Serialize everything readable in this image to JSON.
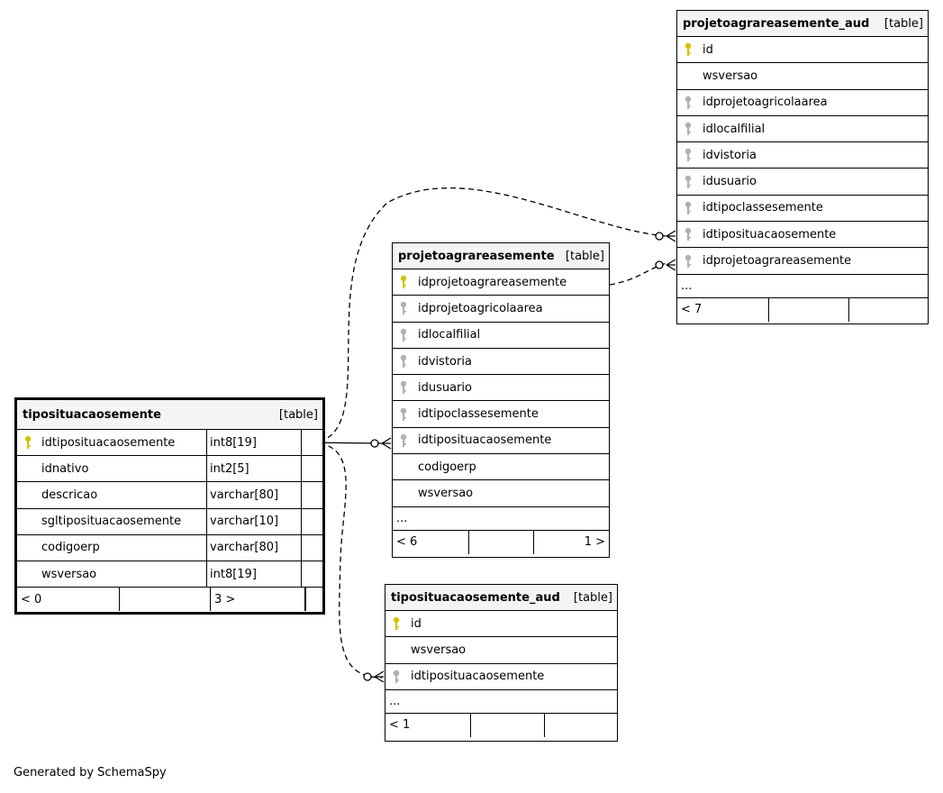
{
  "tables": {
    "projetoagrareasemente_aud": {
      "name": "projetoagrareasemente_aud",
      "type": "[table]",
      "columns": [
        {
          "name": "id",
          "key": "pk"
        },
        {
          "name": "wsversao",
          "key": "none"
        },
        {
          "name": "idprojetoagricolaarea",
          "key": "fk"
        },
        {
          "name": "idlocalfilial",
          "key": "fk"
        },
        {
          "name": "idvistoria",
          "key": "fk"
        },
        {
          "name": "idusuario",
          "key": "fk"
        },
        {
          "name": "idtipoclassesemente",
          "key": "fk"
        },
        {
          "name": "idtiposituacaosemente",
          "key": "fk"
        },
        {
          "name": "idprojetoagrareasemente",
          "key": "fk"
        }
      ],
      "more": "...",
      "footer": [
        "< 7",
        "",
        ""
      ]
    },
    "projetoagrareasemente": {
      "name": "projetoagrareasemente",
      "type": "[table]",
      "columns": [
        {
          "name": "idprojetoagrareasemente",
          "key": "pk"
        },
        {
          "name": "idprojetoagricolaarea",
          "key": "fk"
        },
        {
          "name": "idlocalfilial",
          "key": "fk"
        },
        {
          "name": "idvistoria",
          "key": "fk"
        },
        {
          "name": "idusuario",
          "key": "fk"
        },
        {
          "name": "idtipoclassesemente",
          "key": "fk"
        },
        {
          "name": "idtiposituacaosemente",
          "key": "fk"
        },
        {
          "name": "codigoerp",
          "key": "none"
        },
        {
          "name": "wsversao",
          "key": "none"
        }
      ],
      "more": "...",
      "footer": [
        "< 6",
        "",
        "1 >"
      ]
    },
    "tiposituacaosemente": {
      "name": "tiposituacaosemente",
      "type": "[table]",
      "columns": [
        {
          "name": "idtiposituacaosemente",
          "key": "pk",
          "datatype": "int8[19]"
        },
        {
          "name": "idnativo",
          "key": "none",
          "datatype": "int2[5]"
        },
        {
          "name": "descricao",
          "key": "none",
          "datatype": "varchar[80]"
        },
        {
          "name": "sgltiposituacaosemente",
          "key": "none",
          "datatype": "varchar[10]"
        },
        {
          "name": "codigoerp",
          "key": "none",
          "datatype": "varchar[80]"
        },
        {
          "name": "wsversao",
          "key": "none",
          "datatype": "int8[19]"
        }
      ],
      "footer": [
        "< 0",
        "",
        "3 >"
      ]
    },
    "tiposituacaosemente_aud": {
      "name": "tiposituacaosemente_aud",
      "type": "[table]",
      "columns": [
        {
          "name": "id",
          "key": "pk"
        },
        {
          "name": "wsversao",
          "key": "none"
        },
        {
          "name": "idtiposituacaosemente",
          "key": "fk"
        }
      ],
      "more": "...",
      "footer": [
        "< 1",
        "",
        ""
      ]
    }
  },
  "colors": {
    "pk_key": "#d4c400",
    "fk_key": "#b0b0b0",
    "header_bg": "#f4f4f4"
  },
  "footer_note": "Generated by SchemaSpy"
}
